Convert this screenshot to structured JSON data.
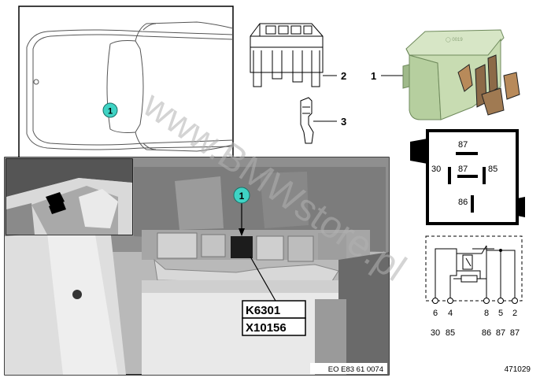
{
  "car_inset": {
    "location_marker": "1"
  },
  "parts": {
    "connector_callout": "2",
    "terminal_callout": "3",
    "relay_callout": "1"
  },
  "pin_face": {
    "pins": [
      "87",
      "30",
      "87",
      "85",
      "86"
    ]
  },
  "schematic": {
    "terminal_numbers": [
      "6",
      "4",
      "8",
      "5",
      "2"
    ],
    "terminal_functions": [
      "30",
      "85",
      "86",
      "87",
      "87"
    ]
  },
  "photo": {
    "location_marker": "1",
    "label_relay": "K6301",
    "label_connector": "X10156",
    "code": "EO E83 61 0074"
  },
  "watermark": "www.BMWstore.pl",
  "diagram_number": "471029",
  "colors": {
    "marker_fill": "#3fd3c4",
    "relay_green": "#c8dcb2",
    "relay_green_dark": "#9fb98a",
    "photo_bg": "#b9b9b9",
    "watermark": "#b0b0b0"
  }
}
